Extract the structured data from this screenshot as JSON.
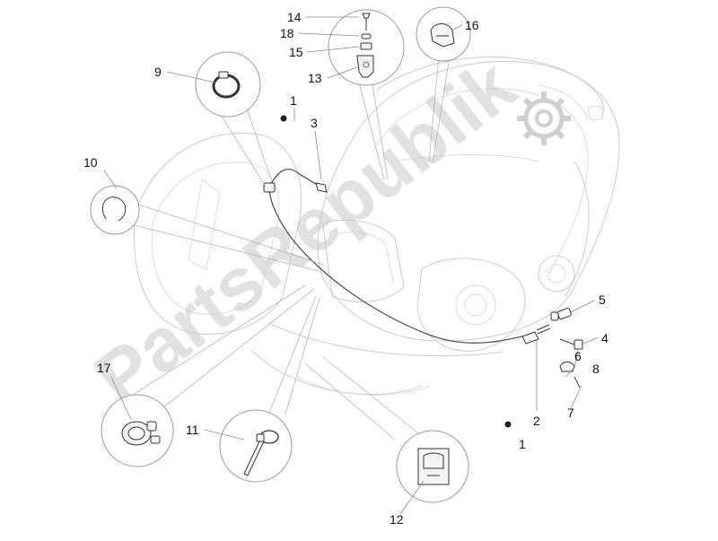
{
  "watermark": {
    "text": "PartsRepublik",
    "gear": "gear-icon"
  },
  "labels": [
    {
      "id": "14",
      "text": "14"
    },
    {
      "id": "18",
      "text": "18"
    },
    {
      "id": "15",
      "text": "15"
    },
    {
      "id": "13",
      "text": "13"
    },
    {
      "id": "16",
      "text": "16"
    },
    {
      "id": "9",
      "text": "9"
    },
    {
      "id": "1a",
      "text": "1"
    },
    {
      "id": "3",
      "text": "3"
    },
    {
      "id": "10",
      "text": "10"
    },
    {
      "id": "5",
      "text": "5"
    },
    {
      "id": "4",
      "text": "4"
    },
    {
      "id": "6",
      "text": "6"
    },
    {
      "id": "8",
      "text": "8"
    },
    {
      "id": "7",
      "text": "7"
    },
    {
      "id": "2",
      "text": "2"
    },
    {
      "id": "1b",
      "text": "1"
    },
    {
      "id": "17",
      "text": "17"
    },
    {
      "id": "11",
      "text": "11"
    },
    {
      "id": "12",
      "text": "12"
    }
  ]
}
